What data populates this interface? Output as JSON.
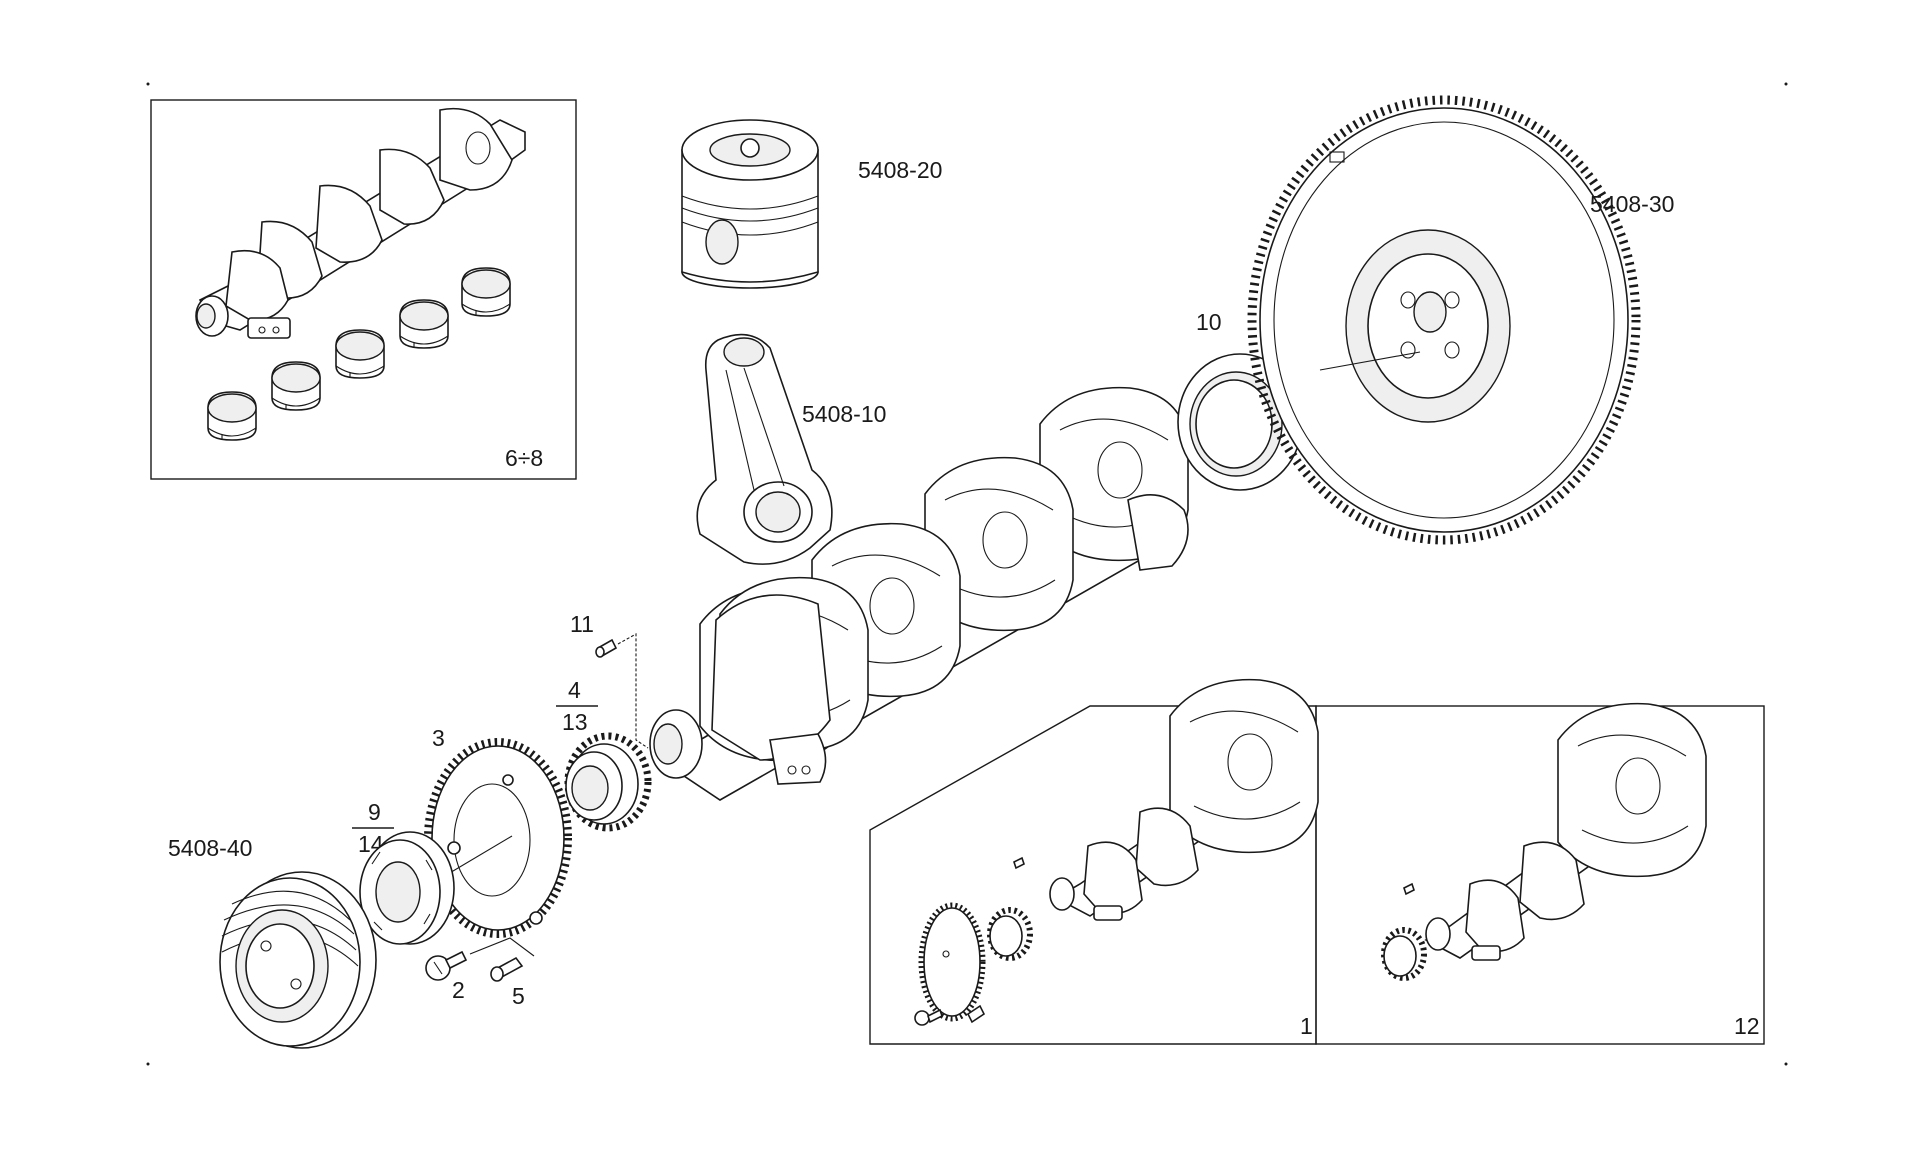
{
  "callouts": {
    "piston": "5408-20",
    "conrod": "5408-10",
    "flywheel": "5408-30",
    "pulley": "5408-40",
    "rear_seal": "10",
    "bearings_box": "6÷8",
    "dowel": "11",
    "gear_top": "4",
    "gear_bottom": "13",
    "tone_wheel": "3",
    "hub_top": "9",
    "hub_bottom": "14",
    "screw": "2",
    "pin": "5",
    "variant_a": "1",
    "variant_b": "12"
  }
}
